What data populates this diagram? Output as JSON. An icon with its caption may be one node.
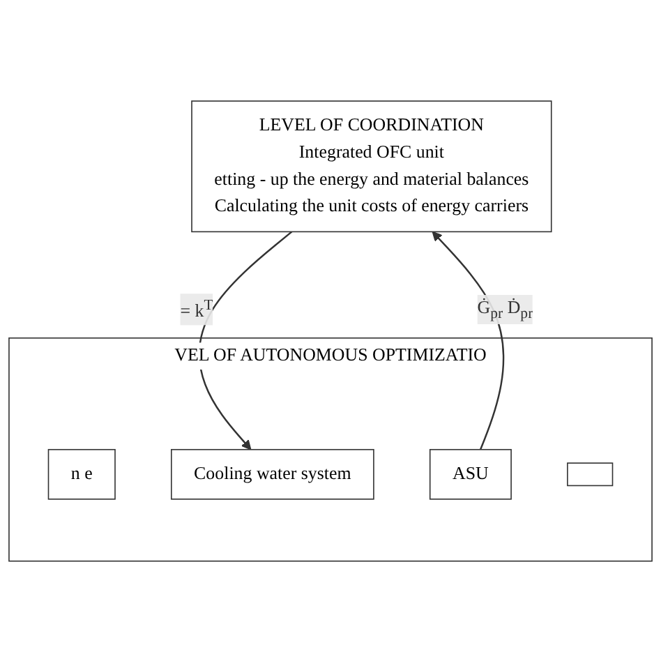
{
  "diagram": {
    "nodes": [
      {
        "text": [
          "LEVEL OF COORDINATION",
          "Integrated OFC unit",
          "etting - up the energy and material balances",
          "Calculating the unit costs of energy carriers"
        ]
      },
      {
        "text": [
          "VEL OF AUTONOMOUS OPTIMIZATIO"
        ]
      },
      {
        "text": [
          "n e"
        ],
        "in": 1
      },
      {
        "text": [
          "Cooling water system"
        ],
        "in": 1
      },
      {
        "text": [
          "ASU"
        ],
        "in": 1
      },
      {
        "text": [],
        "shape": "box",
        "in": 1
      }
    ],
    "edges": [
      {
        "from": 0,
        "to": 3,
        "arrow": "to",
        "label": "= k$^{T}$"
      },
      {
        "from": 4,
        "to": 0,
        "arrow": "to",
        "label": "Ġ$_{pr}$ Ḋ$_{pr}$"
      }
    ]
  }
}
